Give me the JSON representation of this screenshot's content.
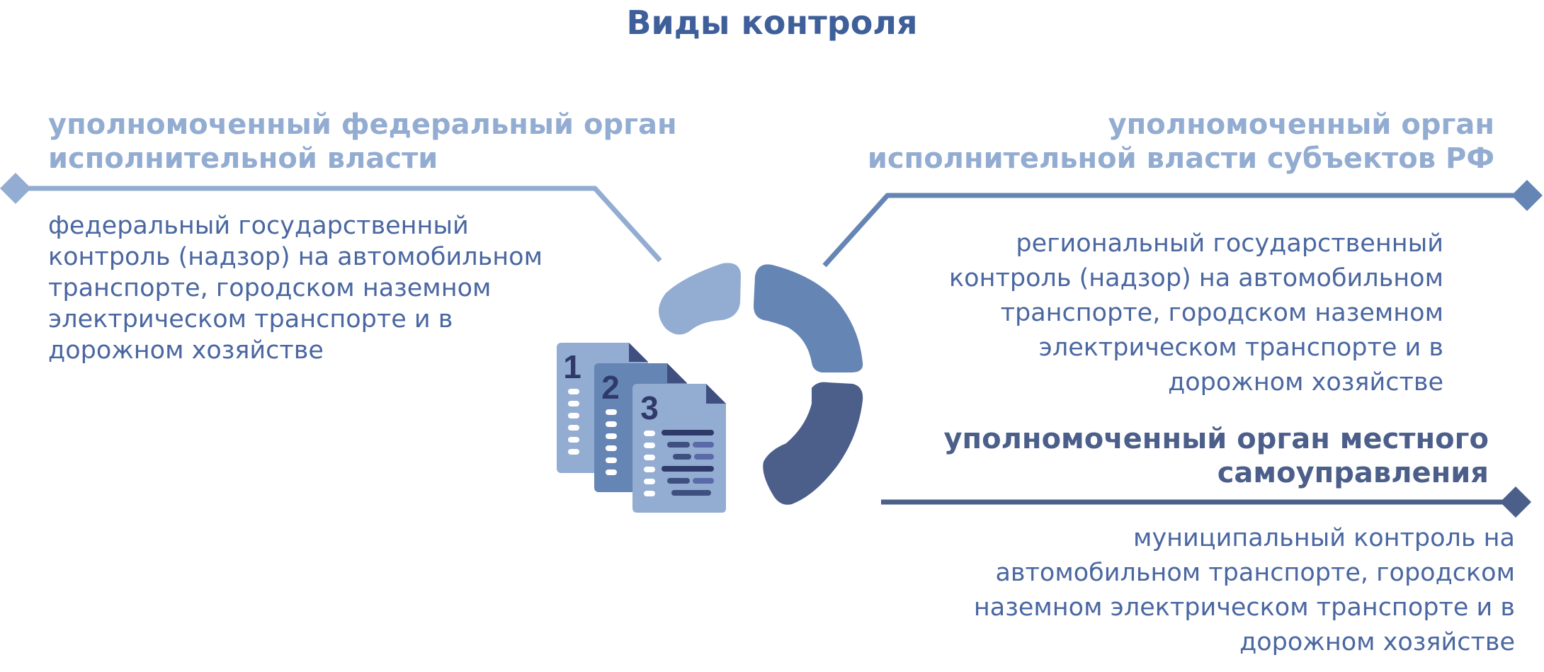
{
  "title": "Виды контроля",
  "branches": [
    {
      "heading": "уполномоченный федеральный орган\nисполнительной власти",
      "text": "федеральный государственный\nконтроль (надзор) на автомобильном\nтранспорте, городском наземном\nэлектрическом транспорте и в\nдорожном хозяйстве"
    },
    {
      "heading": "уполномоченный орган\nисполнительной власти субъектов РФ",
      "text": "региональный государственный\nконтроль (надзор) на автомобильном\nтранспорте, городском наземном\nэлектрическом транспорте и в\nдорожном хозяйстве"
    },
    {
      "heading": "уполномоченный орган местного\nсамоуправления",
      "text": "муниципальный контроль на\nавтомобильном транспорте, городском\nназемном электрическом транспорте и в\nдорожном хозяйстве"
    }
  ],
  "document_numbers": [
    "1",
    "2",
    "3"
  ],
  "colors": {
    "title": "#3e5f99",
    "light": "#93acd1",
    "medium": "#6585b4",
    "dark": "#4b5f8a"
  },
  "icons": [
    "documents-icon",
    "ring-segments-icon"
  ]
}
